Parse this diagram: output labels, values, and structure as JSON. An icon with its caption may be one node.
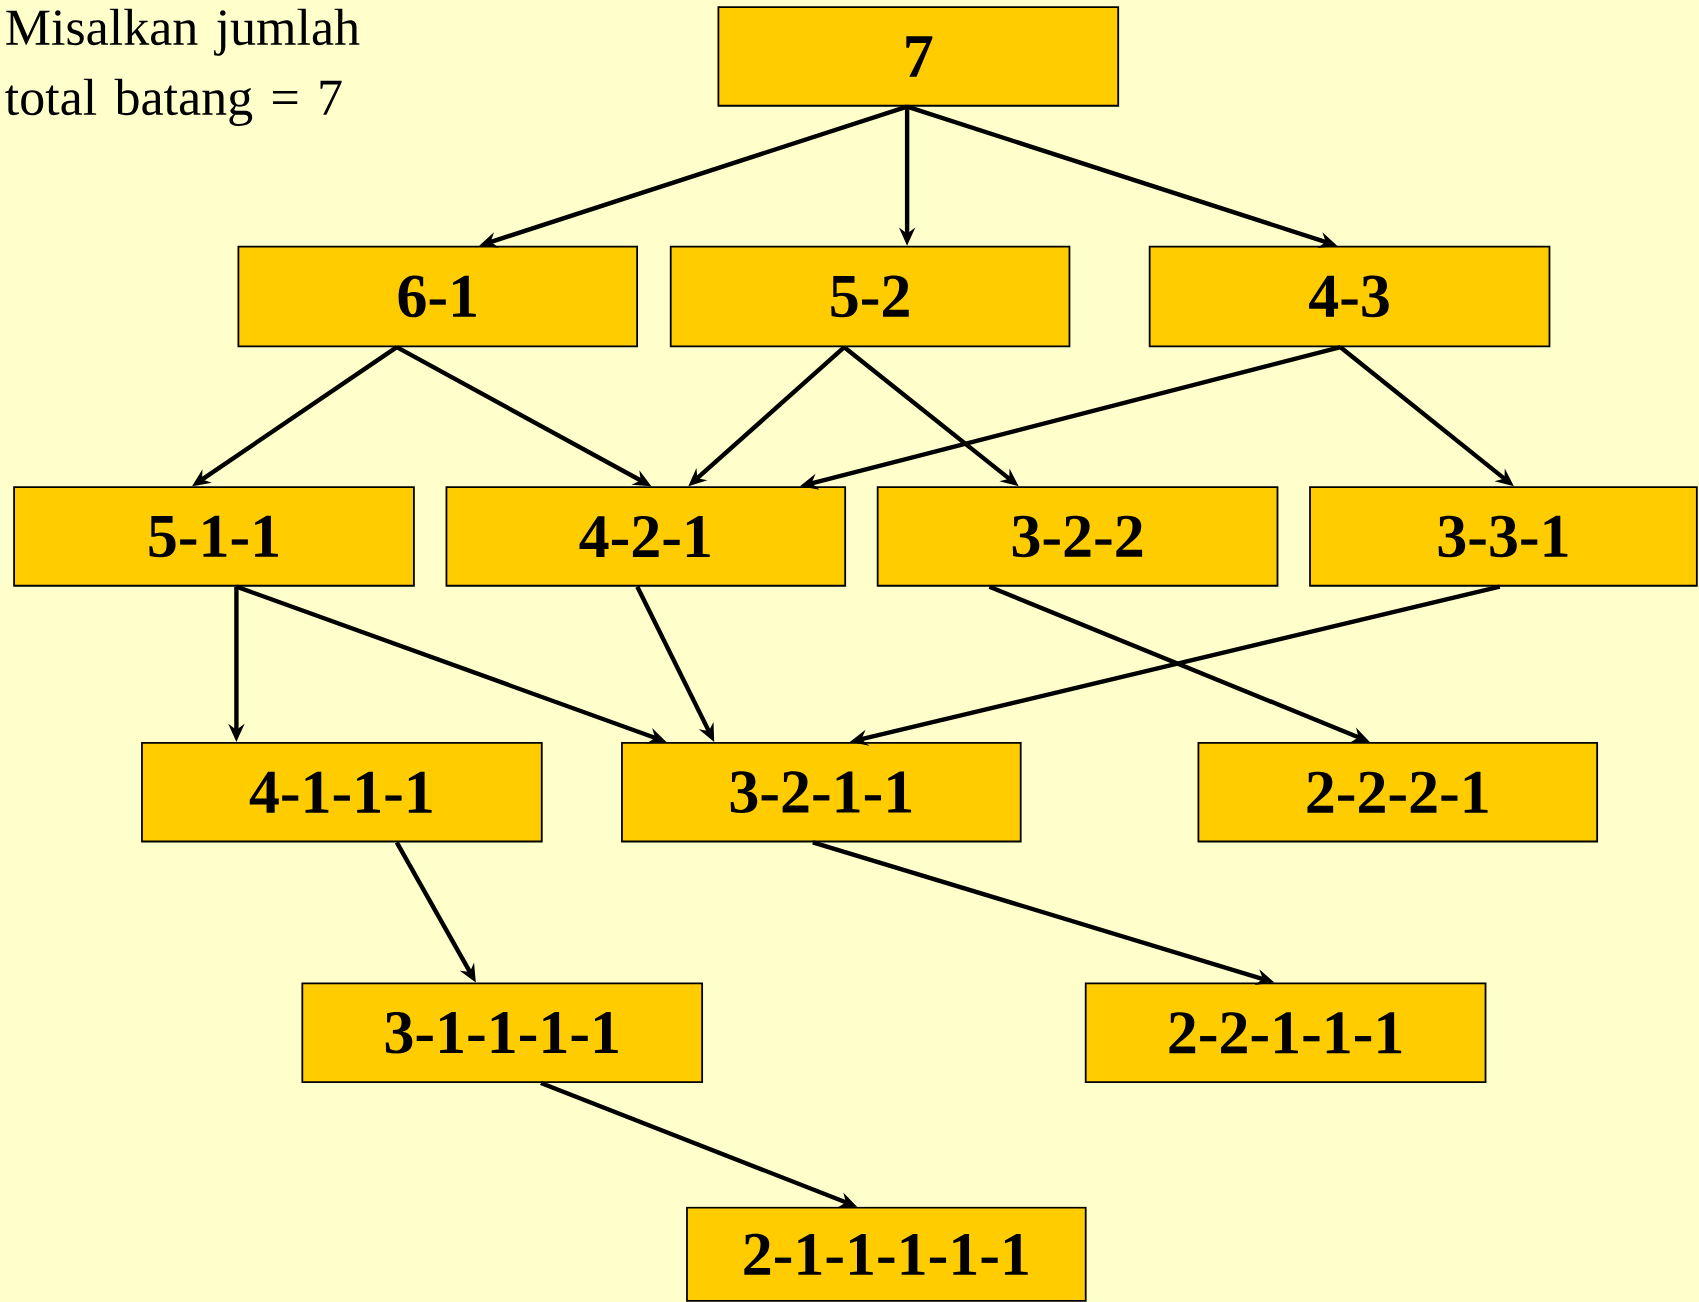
{
  "diagram": {
    "nodes": [
      {
        "text": [
          "7"
        ]
      },
      {
        "text": [
          "6-1"
        ]
      },
      {
        "text": [
          "5-2"
        ]
      },
      {
        "text": [
          "4-3"
        ]
      },
      {
        "text": [
          "5-1-1"
        ]
      },
      {
        "text": [
          "4-2-1"
        ]
      },
      {
        "text": [
          "3-2-2"
        ]
      },
      {
        "text": [
          "3-3-1"
        ]
      },
      {
        "text": [
          "4-1-1-1"
        ]
      },
      {
        "text": [
          "3-2-1-1"
        ]
      },
      {
        "text": [
          "2-2-2-1"
        ]
      },
      {
        "text": [
          "3-1-1-1-1"
        ]
      },
      {
        "text": [
          "2-2-1-1-1"
        ]
      },
      {
        "text": [
          "2-1-1-1-1-1"
        ]
      }
    ],
    "edges": [
      {
        "from": 0,
        "to": 1,
        "arrow": "to"
      },
      {
        "from": 0,
        "to": 2,
        "arrow": "to"
      },
      {
        "from": 0,
        "to": 3,
        "arrow": "to"
      },
      {
        "from": 1,
        "to": 4,
        "arrow": "to"
      },
      {
        "from": 1,
        "to": 5,
        "arrow": "to"
      },
      {
        "from": 2,
        "to": 5,
        "arrow": "to"
      },
      {
        "from": 2,
        "to": 6,
        "arrow": "to"
      },
      {
        "from": 3,
        "to": 5,
        "arrow": "to"
      },
      {
        "from": 3,
        "to": 7,
        "arrow": "to"
      },
      {
        "from": 4,
        "to": 8,
        "arrow": "to"
      },
      {
        "from": 4,
        "to": 9,
        "arrow": "to"
      },
      {
        "from": 5,
        "to": 9,
        "arrow": "to"
      },
      {
        "from": 7,
        "to": 9,
        "arrow": "to"
      },
      {
        "from": 6,
        "to": 10,
        "arrow": "to"
      },
      {
        "from": 9,
        "to": 12,
        "arrow": "to"
      },
      {
        "from": 8,
        "to": 11,
        "arrow": "to"
      },
      {
        "from": 11,
        "to": 13,
        "arrow": "to"
      }
    ],
    "labels": [
      "Misalkan jumlah total batang = 7"
    ]
  }
}
